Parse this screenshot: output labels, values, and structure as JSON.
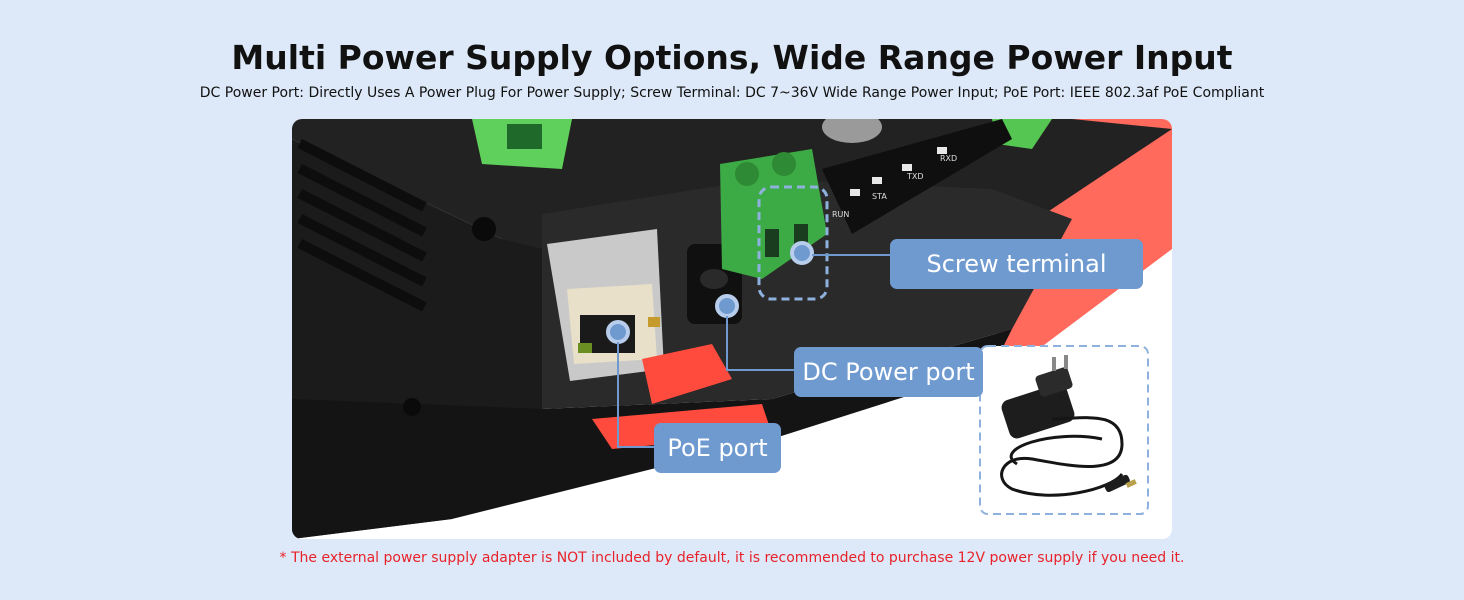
{
  "header": {
    "title": "Multi Power Supply Options, Wide Range Power Input",
    "subtitle": "DC Power Port: Directly Uses A Power Plug For Power Supply; Screw Terminal: DC 7~36V Wide Range Power Input; PoE Port: IEEE 802.3af PoE Compliant"
  },
  "callouts": {
    "screw_terminal": "Screw terminal",
    "dc_power_port": "DC Power port",
    "poe_port": "PoE port"
  },
  "board_leds": {
    "run": "RUN",
    "sta": "STA",
    "txd": "TXD",
    "rxd": "RXD"
  },
  "footnote": "* The external power supply adapter is NOT included by default, it is recommended to purchase 12V power supply if you need it.",
  "colors": {
    "background": "#dde9f8",
    "callout": "#6f9ad0",
    "footnote": "#e8222a",
    "terminal_green": "#3dab45"
  }
}
